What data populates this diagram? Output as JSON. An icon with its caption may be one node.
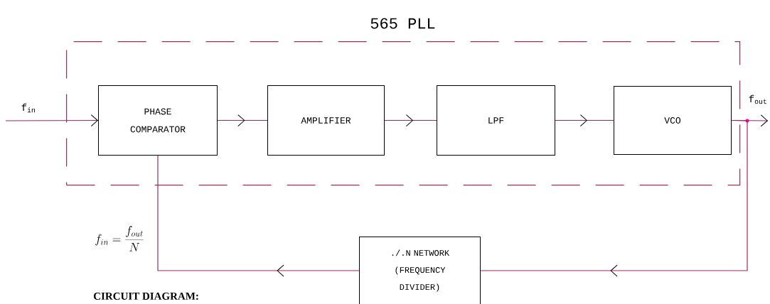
{
  "diagram": {
    "nodes": [
      {
        "text": [
          "565 PLL"
        ]
      },
      {
        "text": [
          "PHASE COMPARATOR"
        ],
        "in": 0
      },
      {
        "text": [
          "AMPLIFIER"
        ],
        "in": 0
      },
      {
        "text": [
          "LPF"
        ],
        "in": 0
      },
      {
        "text": [
          "VCO"
        ],
        "in": 0
      },
      {
        "text": [
          "./.N NETWORK (FREQUENCY DIVIDER)"
        ]
      }
    ],
    "edges": [
      {
        "from": null,
        "to": 1,
        "arrow": "to",
        "label": "f$_{in}$"
      },
      {
        "from": 1,
        "to": 2,
        "arrow": "to"
      },
      {
        "from": 2,
        "to": 3,
        "arrow": "to"
      },
      {
        "from": 3,
        "to": 4,
        "arrow": "to"
      },
      {
        "from": 4,
        "to": null,
        "arrow": "to",
        "label": "f$_{out}$"
      },
      {
        "from": 4,
        "to": 5,
        "arrow": "to"
      },
      {
        "from": 5,
        "to": 1,
        "arrow": "to"
      }
    ],
    "labels": [
      "f_{in}= \\frac{f_{out}}{N}",
      "CIRCUIT DIAGRAM:"
    ]
  }
}
